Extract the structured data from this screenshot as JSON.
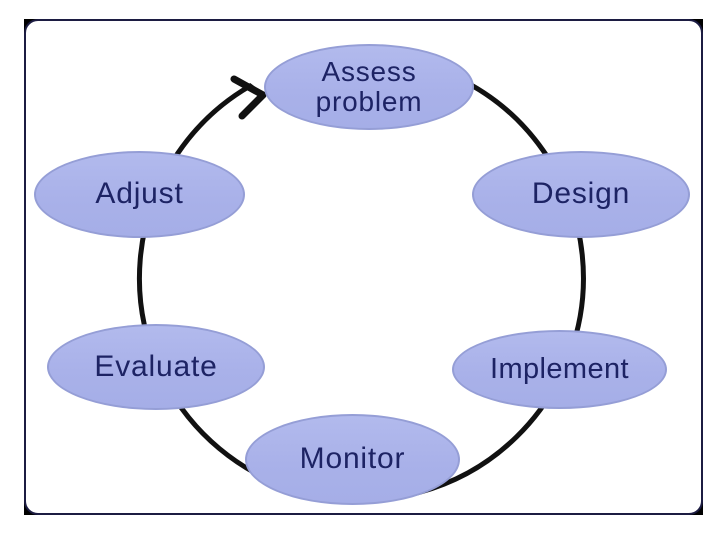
{
  "diagram": {
    "type": "cycle",
    "direction": "clockwise",
    "nodes": [
      {
        "label": "Assess problem"
      },
      {
        "label": "Design"
      },
      {
        "label": "Implement"
      },
      {
        "label": "Monitor"
      },
      {
        "label": "Evaluate"
      },
      {
        "label": "Adjust"
      }
    ],
    "flow_order": [
      "Assess problem",
      "Design",
      "Implement",
      "Monitor",
      "Evaluate",
      "Adjust"
    ],
    "arrow": {
      "style": "circular-arc",
      "arrowhead_points_to": "Assess problem",
      "color": "#111111"
    },
    "colors": {
      "node_fill": "#a9b1e9",
      "node_border": "#959ed6",
      "node_text": "#1d2364",
      "frame_border": "#1c1c42",
      "frame_corner": "#000000",
      "background": "#ffffff"
    }
  }
}
